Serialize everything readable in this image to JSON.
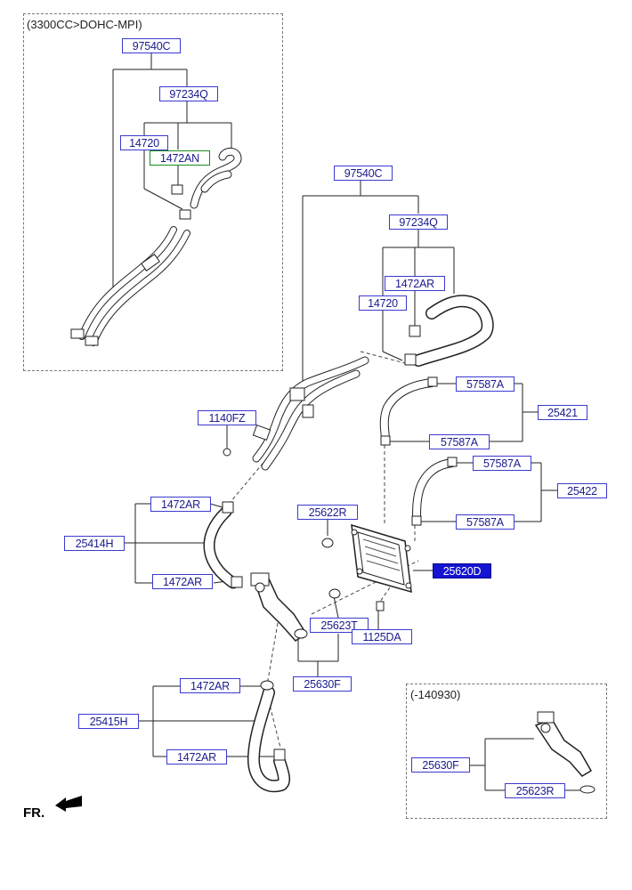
{
  "frame_top_left": {
    "title": "(3300CC>DOHC-MPI)"
  },
  "frame_bottom_right": {
    "title": "(-140930)"
  },
  "labels": {
    "tl_97540C": "97540C",
    "tl_97234Q": "97234Q",
    "tl_14720": "14720",
    "tl_1472AN": "1472AN",
    "m_97540C": "97540C",
    "m_97234Q": "97234Q",
    "m_1472AR": "1472AR",
    "m_14720": "14720",
    "m_57587A_1": "57587A",
    "m_25421": "25421",
    "m_57587A_2": "57587A",
    "m_57587A_3": "57587A",
    "m_25422": "25422",
    "m_57587A_4": "57587A",
    "m_1140FZ": "1140FZ",
    "m_1472AR_2": "1472AR",
    "m_25414H": "25414H",
    "m_1472AR_3": "1472AR",
    "m_25622R": "25622R",
    "m_25620D": "25620D",
    "m_25623T": "25623T",
    "m_1125DA": "1125DA",
    "m_25630F": "25630F",
    "m_1472AR_4": "1472AR",
    "m_25415H": "25415H",
    "m_1472AR_5": "1472AR",
    "br_25630F": "25630F",
    "br_25623R": "25623R"
  },
  "selected_part": "25620D",
  "direction_label": "FR.",
  "colors": {
    "label_border": "#3a3ad0",
    "label_text": "#1a1a8f",
    "selected_fill": "#1414d2",
    "green_border": "#1c8c1c"
  }
}
